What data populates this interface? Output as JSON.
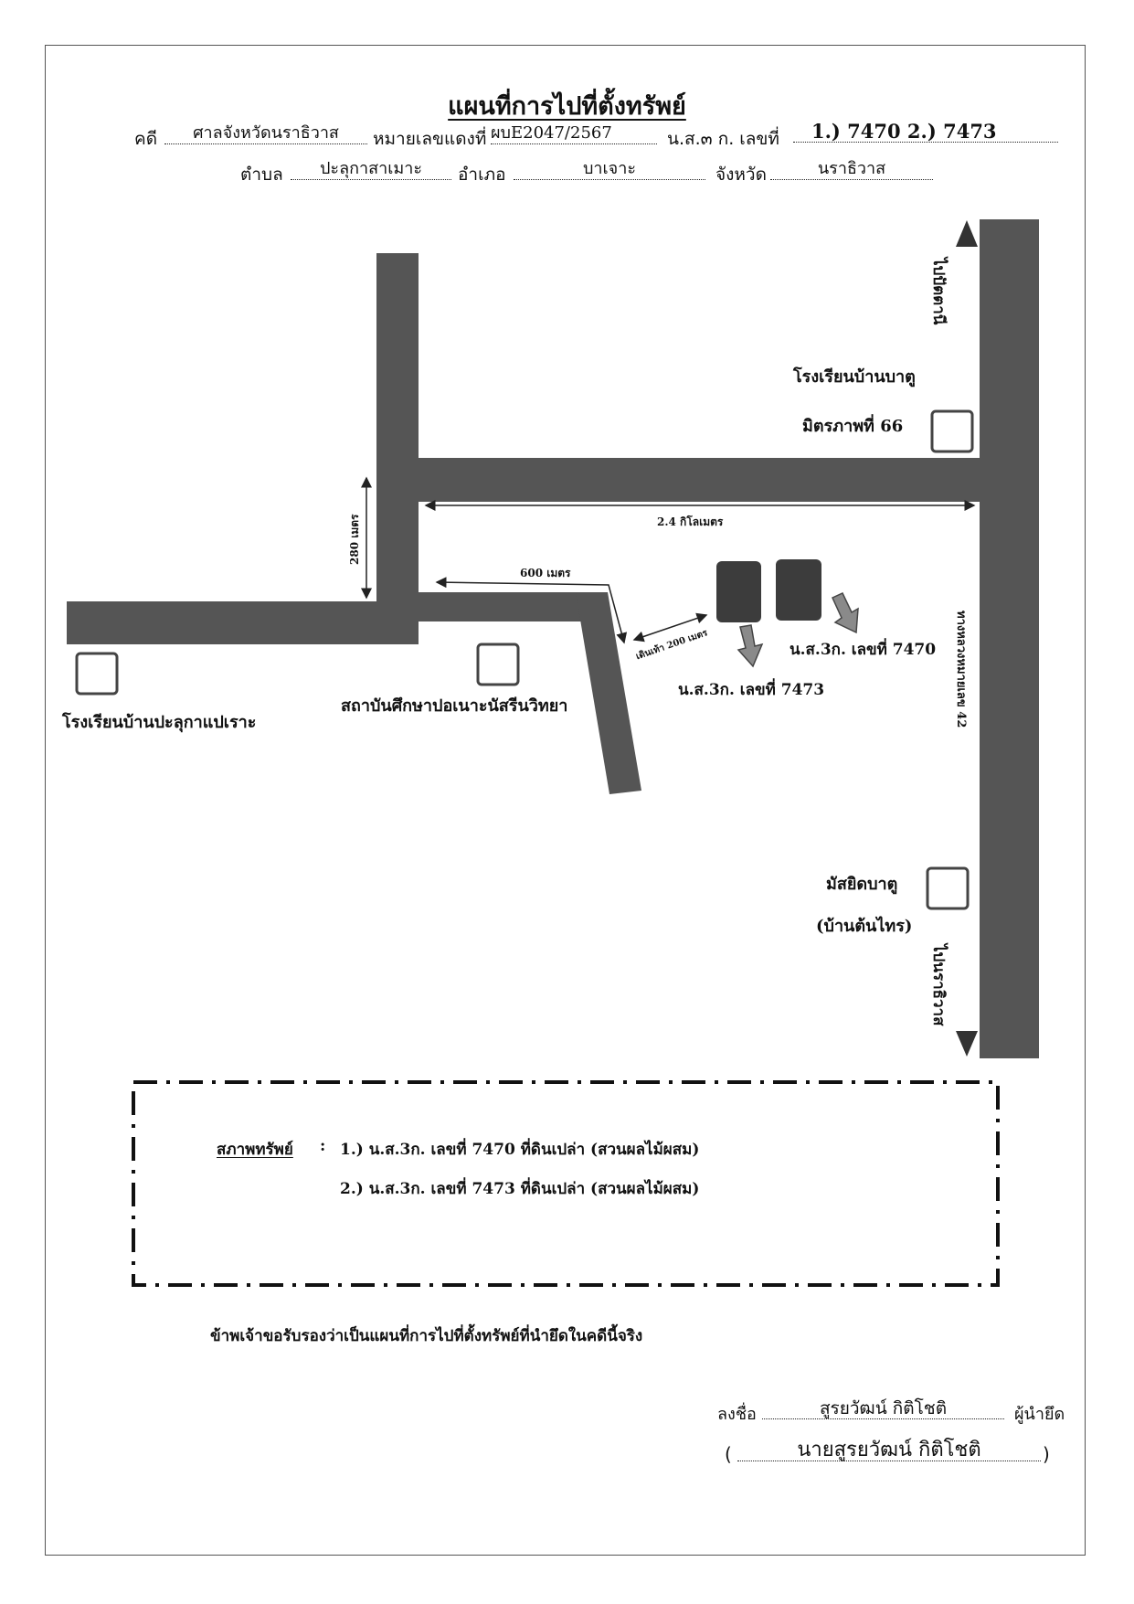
{
  "title": "แผนที่การไปที่ตั้งทรัพย์",
  "header": {
    "case_label": "คดี",
    "case_value": "ศาลจังหวัดนราธิวาส",
    "red_no_label": "หมายเลขแดงที่",
    "red_no_value": "ผบE2047/2567",
    "deed_label": "น.ส.๓ ก. เลขที่",
    "deed_value": "1.) 7470   2.) 7473",
    "subdistrict_label": "ตำบล",
    "subdistrict_value": "ปะลุกาสาเมาะ",
    "district_label": "อำเภอ",
    "district_value": "บาเจาะ",
    "province_label": "จังหวัด",
    "province_value": "นราธิวาส"
  },
  "map": {
    "to_north": "ไปปัตตานี",
    "to_south": "ไปนราธิวาส",
    "highway": "ทางหลวงหมายเลข 42",
    "school_batu_line1": "โรงเรียนบ้านบาตู",
    "school_batu_line2": "มิตรภาพที่ 66",
    "dist_2_4km": "2.4 กิโลเมตร",
    "dist_280m": "280 เมตร",
    "dist_600m": "600 เมตร",
    "dist_walk_200m": "เดินเท้า 200 เมตร",
    "school_paluka": "โรงเรียนบ้านปะลุกาแปเราะ",
    "institute": "สถาบันศึกษาปอเนาะนัสรีนวิทยา",
    "parcel_7470": "น.ส.3ก. เลขที่ 7470",
    "parcel_7473": "น.ส.3ก. เลขที่ 7473",
    "mosque_line1": "มัสยิดบาตู",
    "mosque_line2": "(บ้านต้นไทร)"
  },
  "condition": {
    "label": "สภาพทรัพย์",
    "colon": ":",
    "item1": "1.) น.ส.3ก. เลขที่ 7470  ที่ดินเปล่า (สวนผลไม้ผสม)",
    "item2": "2.) น.ส.3ก. เลขที่ 7473  ที่ดินเปล่า (สวนผลไม้ผสม)"
  },
  "certify": "ข้าพเจ้าขอรับรองว่าเป็นแผนที่การไปที่ตั้งทรัพย์ที่นำยึดในคดีนี้จริง",
  "signature": {
    "sign_label": "ลงชื่อ",
    "sign_value": "สูรยวัฒน์  กิติโชติ",
    "role": "ผู้นำยึด",
    "open_paren": "(",
    "printed_name": "นายสูรยวัฒน์  กิติโชติ",
    "close_paren": ")"
  },
  "colors": {
    "road": "#555555",
    "parcel": "#3c3c3c",
    "arrow": "#8a8a8a",
    "box": "#444444"
  }
}
